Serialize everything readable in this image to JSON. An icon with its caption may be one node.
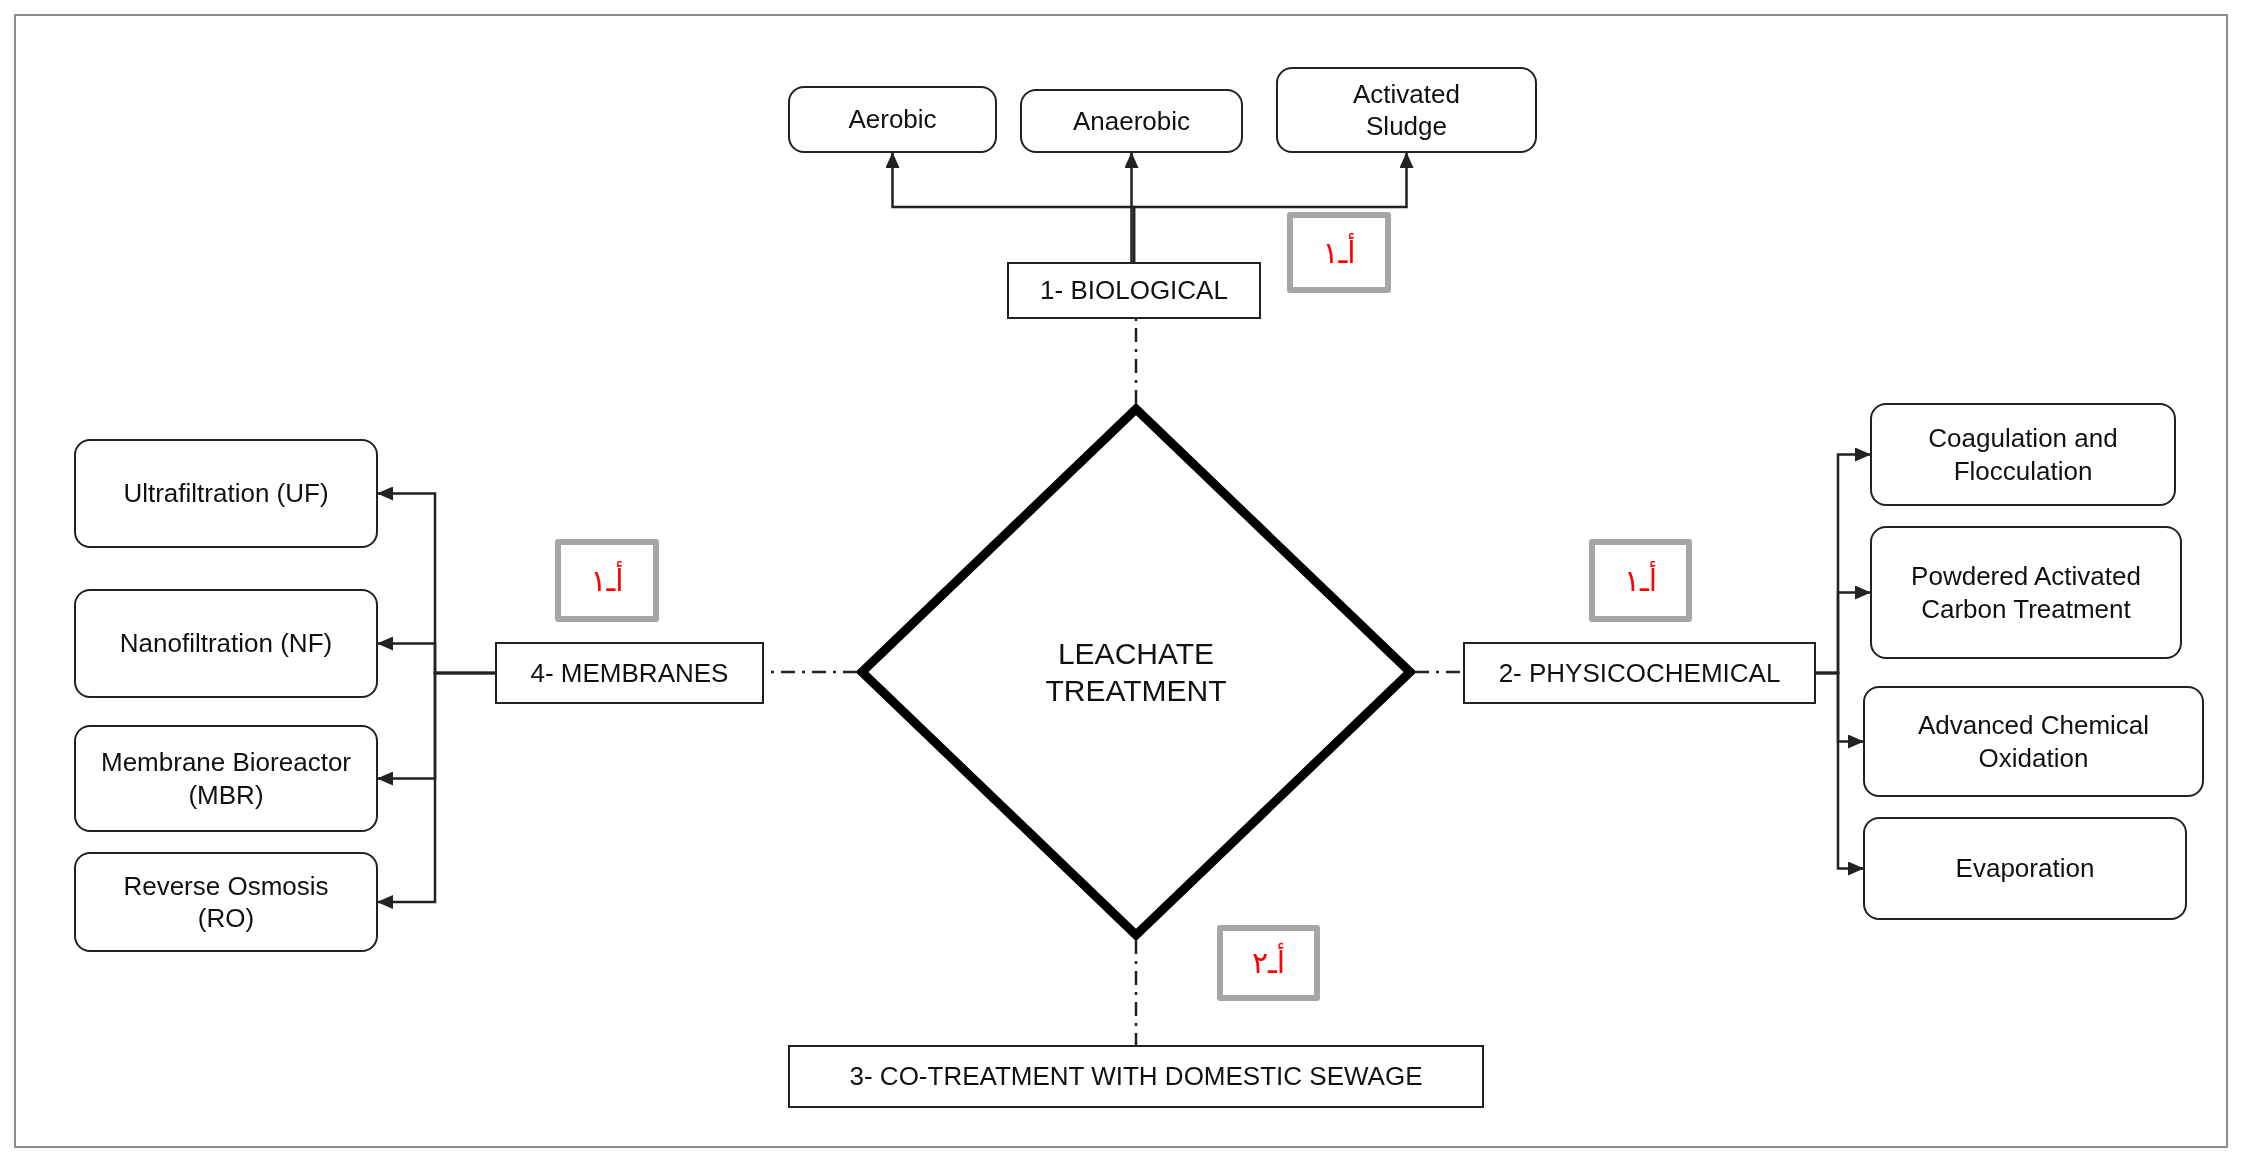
{
  "diagram": {
    "nodes": [
      {
        "text": [
          "LEACHATE TREATMENT"
        ]
      },
      {
        "text": [
          "1- BIOLOGICAL"
        ]
      },
      {
        "text": [
          "Aerobic"
        ]
      },
      {
        "text": [
          "Anaerobic"
        ]
      },
      {
        "text": [
          "Activated Sludge"
        ]
      },
      {
        "text": [
          "2- PHYSICOCHEMICAL"
        ]
      },
      {
        "text": [
          "Coagulation and Flocculation"
        ]
      },
      {
        "text": [
          "Powdered Activated Carbon Treatment"
        ]
      },
      {
        "text": [
          "Advanced Chemical Oxidation"
        ]
      },
      {
        "text": [
          "Evaporation"
        ]
      },
      {
        "text": [
          "3- CO-TREATMENT WITH DOMESTIC SEWAGE"
        ]
      },
      {
        "text": [
          "4- MEMBRANES"
        ]
      },
      {
        "text": [
          "Ultrafiltration (UF)"
        ]
      },
      {
        "text": [
          "Nanofiltration (NF)"
        ]
      },
      {
        "text": [
          "Membrane Bioreactor (MBR)"
        ]
      },
      {
        "text": [
          "Reverse Osmosis (RO)"
        ]
      },
      {
        "text": [
          "أـ١"
        ]
      },
      {
        "text": [
          "أـ١"
        ]
      },
      {
        "text": [
          "أـ١"
        ]
      },
      {
        "text": [
          "أـ٢"
        ]
      }
    ],
    "edges": [
      {
        "from": 0,
        "to": 1,
        "arrow": "none",
        "style": "dashed"
      },
      {
        "from": 1,
        "to": 2,
        "arrow": "to"
      },
      {
        "from": 1,
        "to": 3,
        "arrow": "to"
      },
      {
        "from": 1,
        "to": 4,
        "arrow": "to"
      },
      {
        "from": 0,
        "to": 5,
        "arrow": "none",
        "style": "dashed"
      },
      {
        "from": 5,
        "to": 6,
        "arrow": "to"
      },
      {
        "from": 5,
        "to": 7,
        "arrow": "to"
      },
      {
        "from": 5,
        "to": 8,
        "arrow": "to"
      },
      {
        "from": 5,
        "to": 9,
        "arrow": "to"
      },
      {
        "from": 0,
        "to": 10,
        "arrow": "none",
        "style": "dashed"
      },
      {
        "from": 0,
        "to": 11,
        "arrow": "none",
        "style": "dashed"
      },
      {
        "from": 11,
        "to": 12,
        "arrow": "to"
      },
      {
        "from": 11,
        "to": 13,
        "arrow": "to"
      },
      {
        "from": 11,
        "to": 14,
        "arrow": "to"
      },
      {
        "from": 11,
        "to": 15,
        "arrow": "to"
      }
    ]
  }
}
